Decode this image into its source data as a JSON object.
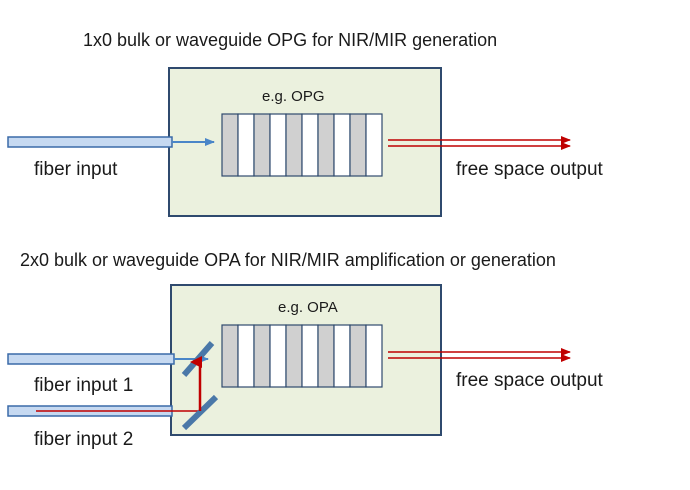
{
  "section1": {
    "title": "1x0  bulk or waveguide OPG for NIR/MIR generation",
    "crystal_label": "e.g. OPG",
    "input_label": "fiber input",
    "output_label": "free space output"
  },
  "section2": {
    "title": "2x0  bulk or waveguide OPA  for NIR/MIR amplification or generation",
    "crystal_label": "e.g. OPA",
    "input1_label": "fiber input 1",
    "input2_label": "fiber input 2",
    "output_label": "free space output"
  },
  "colors": {
    "box_fill": "#ebf1de",
    "box_border": "#2f4a6e",
    "fiber_fill": "#c6d9f1",
    "fiber_border": "#3a6aa8",
    "beam_red": "#c00000",
    "beam_blue": "#4a86c8",
    "crystal_gray": "#d0d0d0",
    "mirror": "#4a78a8"
  },
  "icons": {
    "mirror": "dichroic-mirror-icon",
    "arrow": "arrow-right-icon"
  }
}
